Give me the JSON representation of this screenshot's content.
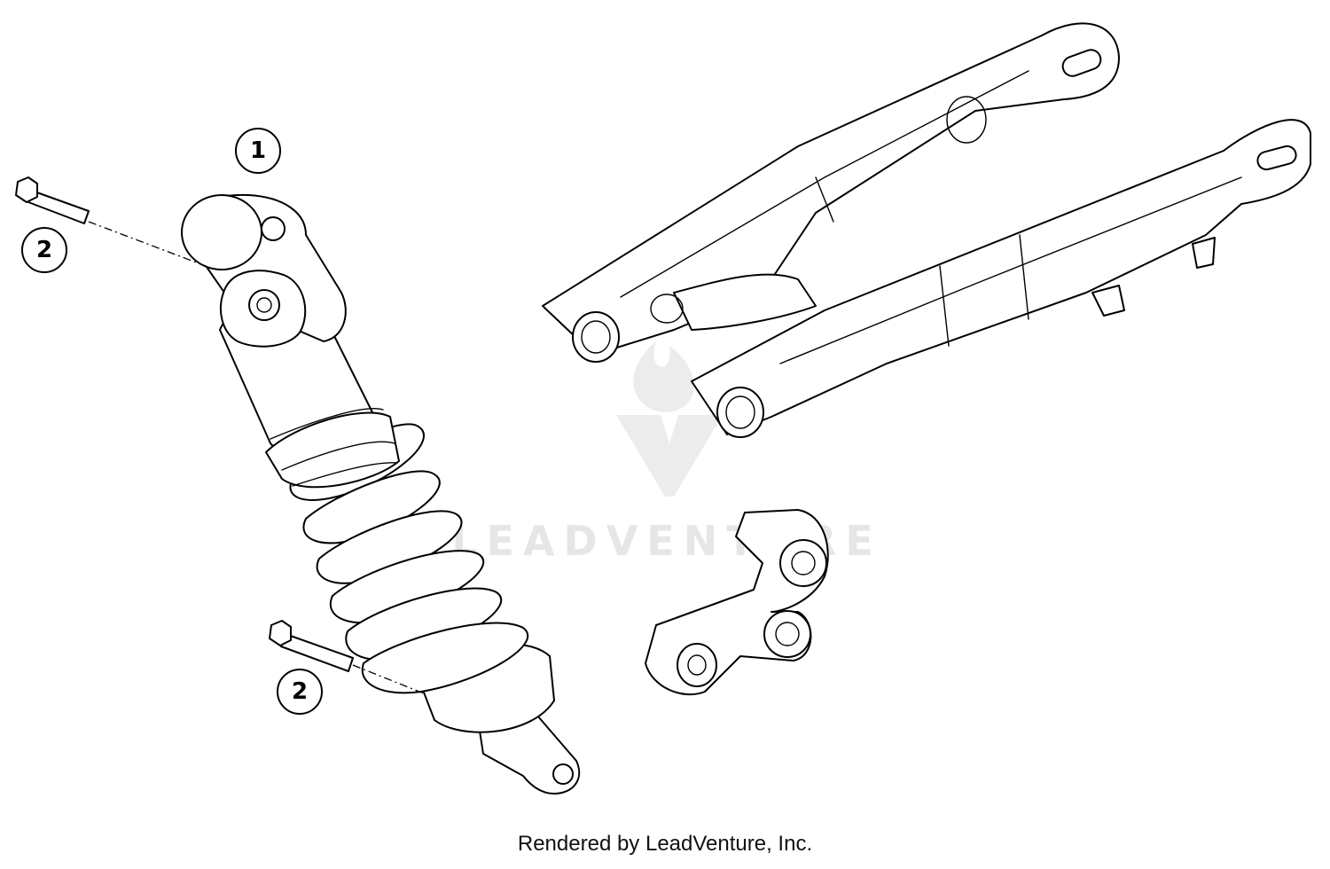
{
  "callouts": [
    {
      "id": "callout-1",
      "label": "1"
    },
    {
      "id": "callout-2-top",
      "label": "2"
    },
    {
      "id": "callout-2-bottom",
      "label": "2"
    }
  ],
  "watermark": {
    "text": "LEADVENTURE"
  },
  "footer": {
    "text": "Rendered by LeadVenture, Inc."
  },
  "colors": {
    "line": "#000000",
    "background": "#ffffff",
    "watermark": "#e6e6e6"
  }
}
